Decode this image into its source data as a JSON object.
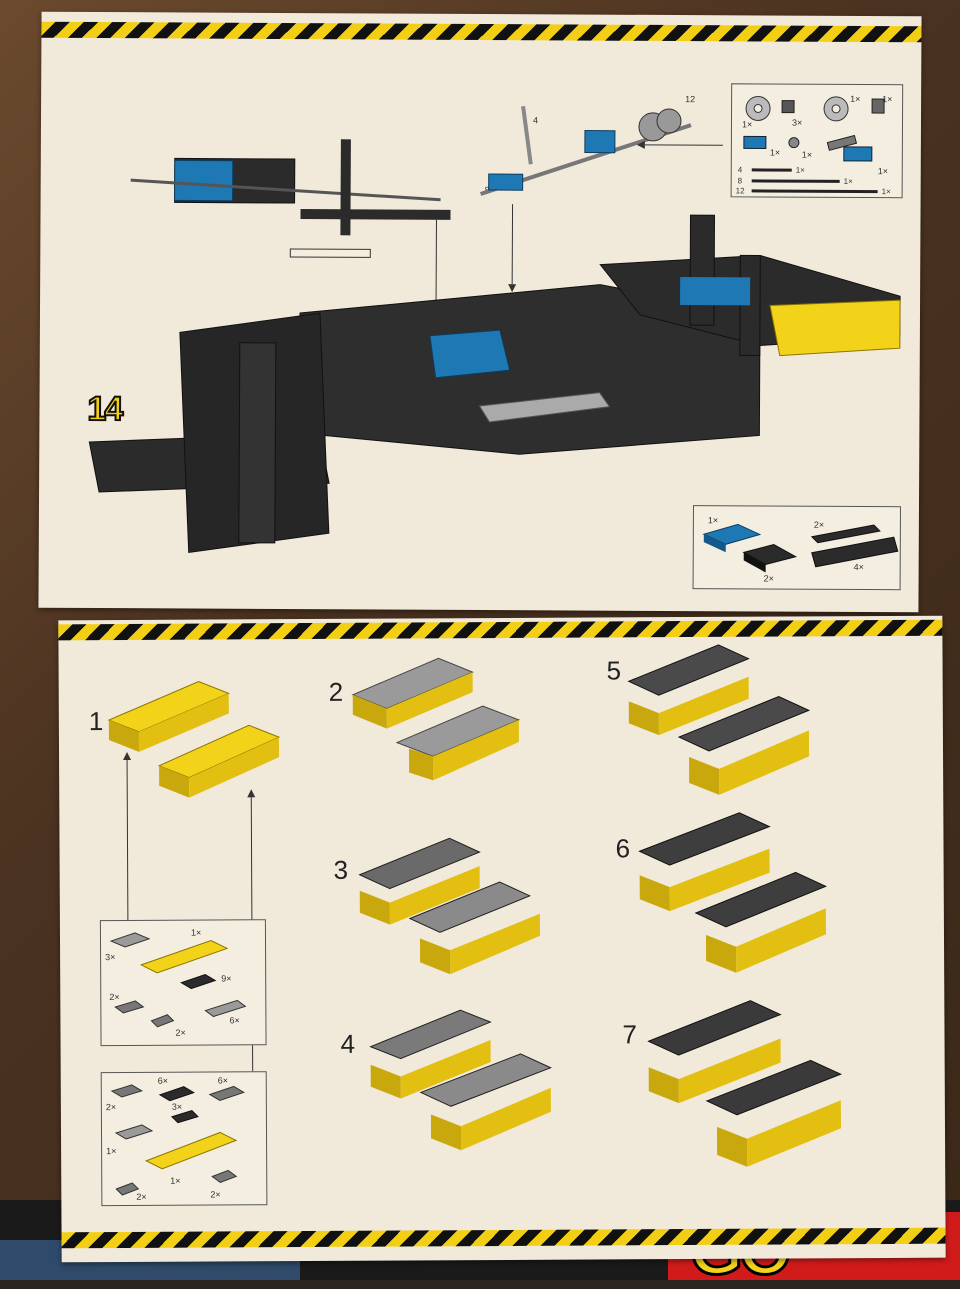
{
  "top_page": {
    "step_number": "14",
    "callout_gears": {
      "items": [
        {
          "qty": "1×"
        },
        {
          "qty": "3×"
        },
        {
          "qty": "1×"
        },
        {
          "qty": "1×"
        },
        {
          "qty": "1×"
        },
        {
          "qty": "1×"
        },
        {
          "qty": "1×"
        }
      ],
      "axles": [
        {
          "length": "4",
          "qty": "1×"
        },
        {
          "length": "8",
          "qty": "1×"
        },
        {
          "length": "12",
          "qty": "1×"
        }
      ]
    },
    "axle_labels": [
      "12",
      "4",
      "8"
    ],
    "callout_bricks": {
      "items": [
        {
          "qty": "1×"
        },
        {
          "qty": "2×"
        },
        {
          "qty": "2×"
        },
        {
          "qty": "4×"
        }
      ]
    }
  },
  "bottom_page": {
    "steps": [
      "1",
      "2",
      "3",
      "4",
      "5",
      "6",
      "7"
    ],
    "callout_a": {
      "items": [
        {
          "qty": "3×"
        },
        {
          "qty": "1×"
        },
        {
          "qty": "9×"
        },
        {
          "qty": "2×"
        },
        {
          "qty": "2×"
        },
        {
          "qty": "6×"
        }
      ]
    },
    "callout_b": {
      "items": [
        {
          "qty": "6×"
        },
        {
          "qty": "6×"
        },
        {
          "qty": "2×"
        },
        {
          "qty": "3×"
        },
        {
          "qty": "1×"
        },
        {
          "qty": "1×"
        },
        {
          "qty": "2×"
        },
        {
          "qty": "2×"
        }
      ]
    }
  },
  "colors": {
    "page": "#f1eadb",
    "stripe_yellow": "#f2cf14",
    "brick_black": "#2b2b2b",
    "brick_blue": "#1e78b4",
    "brick_grey": "#9a9a9a",
    "brick_yellow": "#f3d21a"
  }
}
